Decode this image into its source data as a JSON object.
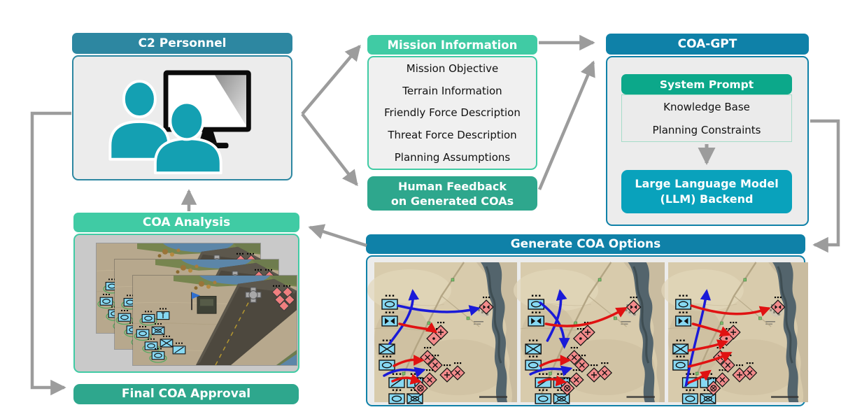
{
  "diagram": {
    "c2_personnel": {
      "title": "C2 Personnel"
    },
    "mission_information": {
      "title": "Mission Information",
      "items": [
        "Mission Objective",
        "Terrain Information",
        "Friendly Force Description",
        "Threat Force Description",
        "Planning Assumptions"
      ]
    },
    "human_feedback": {
      "line1": "Human Feedback",
      "line2": "on Generated COAs"
    },
    "coa_gpt": {
      "title": "COA-GPT",
      "system_prompt": {
        "title": "System Prompt",
        "items": [
          "Knowledge Base",
          "Planning Constraints"
        ]
      },
      "llm_backend": {
        "line1": "Large Language Model",
        "line2": "(LLM) Backend"
      }
    },
    "coa_analysis": {
      "title": "COA Analysis"
    },
    "final_coa_approval": {
      "title": "Final COA Approval"
    },
    "generate_coa_options": {
      "title": "Generate COA Options"
    }
  },
  "colors": {
    "c2_header": "#2D87A1",
    "blue_header": "#0F81A8",
    "light_green_header": "#40CBA4",
    "mid_green": "#2EA78D",
    "system_prompt_green": "#0CA88A",
    "llm_teal": "#09A2BC",
    "body_gray": "#ECECEC",
    "analysis_body_gray": "#C9C9C9",
    "connector_gray": "#9C9C9C",
    "person_icon_teal": "#14A0B2",
    "friendly_unit_blue": "#87D8F2",
    "enemy_unit_red": "#F28B8B",
    "coa_arrow_blue": "#1A1AD8",
    "coa_arrow_red": "#E01212"
  }
}
